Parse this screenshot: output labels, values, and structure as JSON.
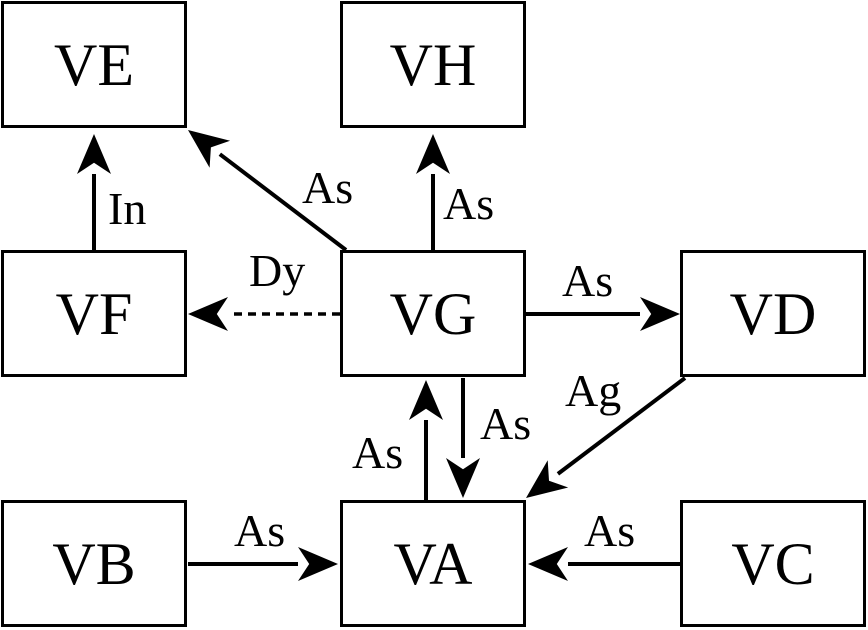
{
  "nodes": {
    "VE": "VE",
    "VH": "VH",
    "VF": "VF",
    "VG": "VG",
    "VD": "VD",
    "VB": "VB",
    "VA": "VA",
    "VC": "VC"
  },
  "edges": [
    {
      "from": "VF",
      "to": "VE",
      "label": "In",
      "style": "solid"
    },
    {
      "from": "VG",
      "to": "VE",
      "label": "As",
      "style": "solid"
    },
    {
      "from": "VG",
      "to": "VH",
      "label": "As",
      "style": "solid"
    },
    {
      "from": "VG",
      "to": "VF",
      "label": "Dy",
      "style": "dashed"
    },
    {
      "from": "VG",
      "to": "VD",
      "label": "As",
      "style": "solid"
    },
    {
      "from": "VD",
      "to": "VA",
      "label": "Ag",
      "style": "solid"
    },
    {
      "from": "VG",
      "to": "VA",
      "label": "As",
      "style": "solid"
    },
    {
      "from": "VA",
      "to": "VG",
      "label": "As",
      "style": "solid"
    },
    {
      "from": "VB",
      "to": "VA",
      "label": "As",
      "style": "solid"
    },
    {
      "from": "VC",
      "to": "VA",
      "label": "As",
      "style": "solid"
    }
  ]
}
